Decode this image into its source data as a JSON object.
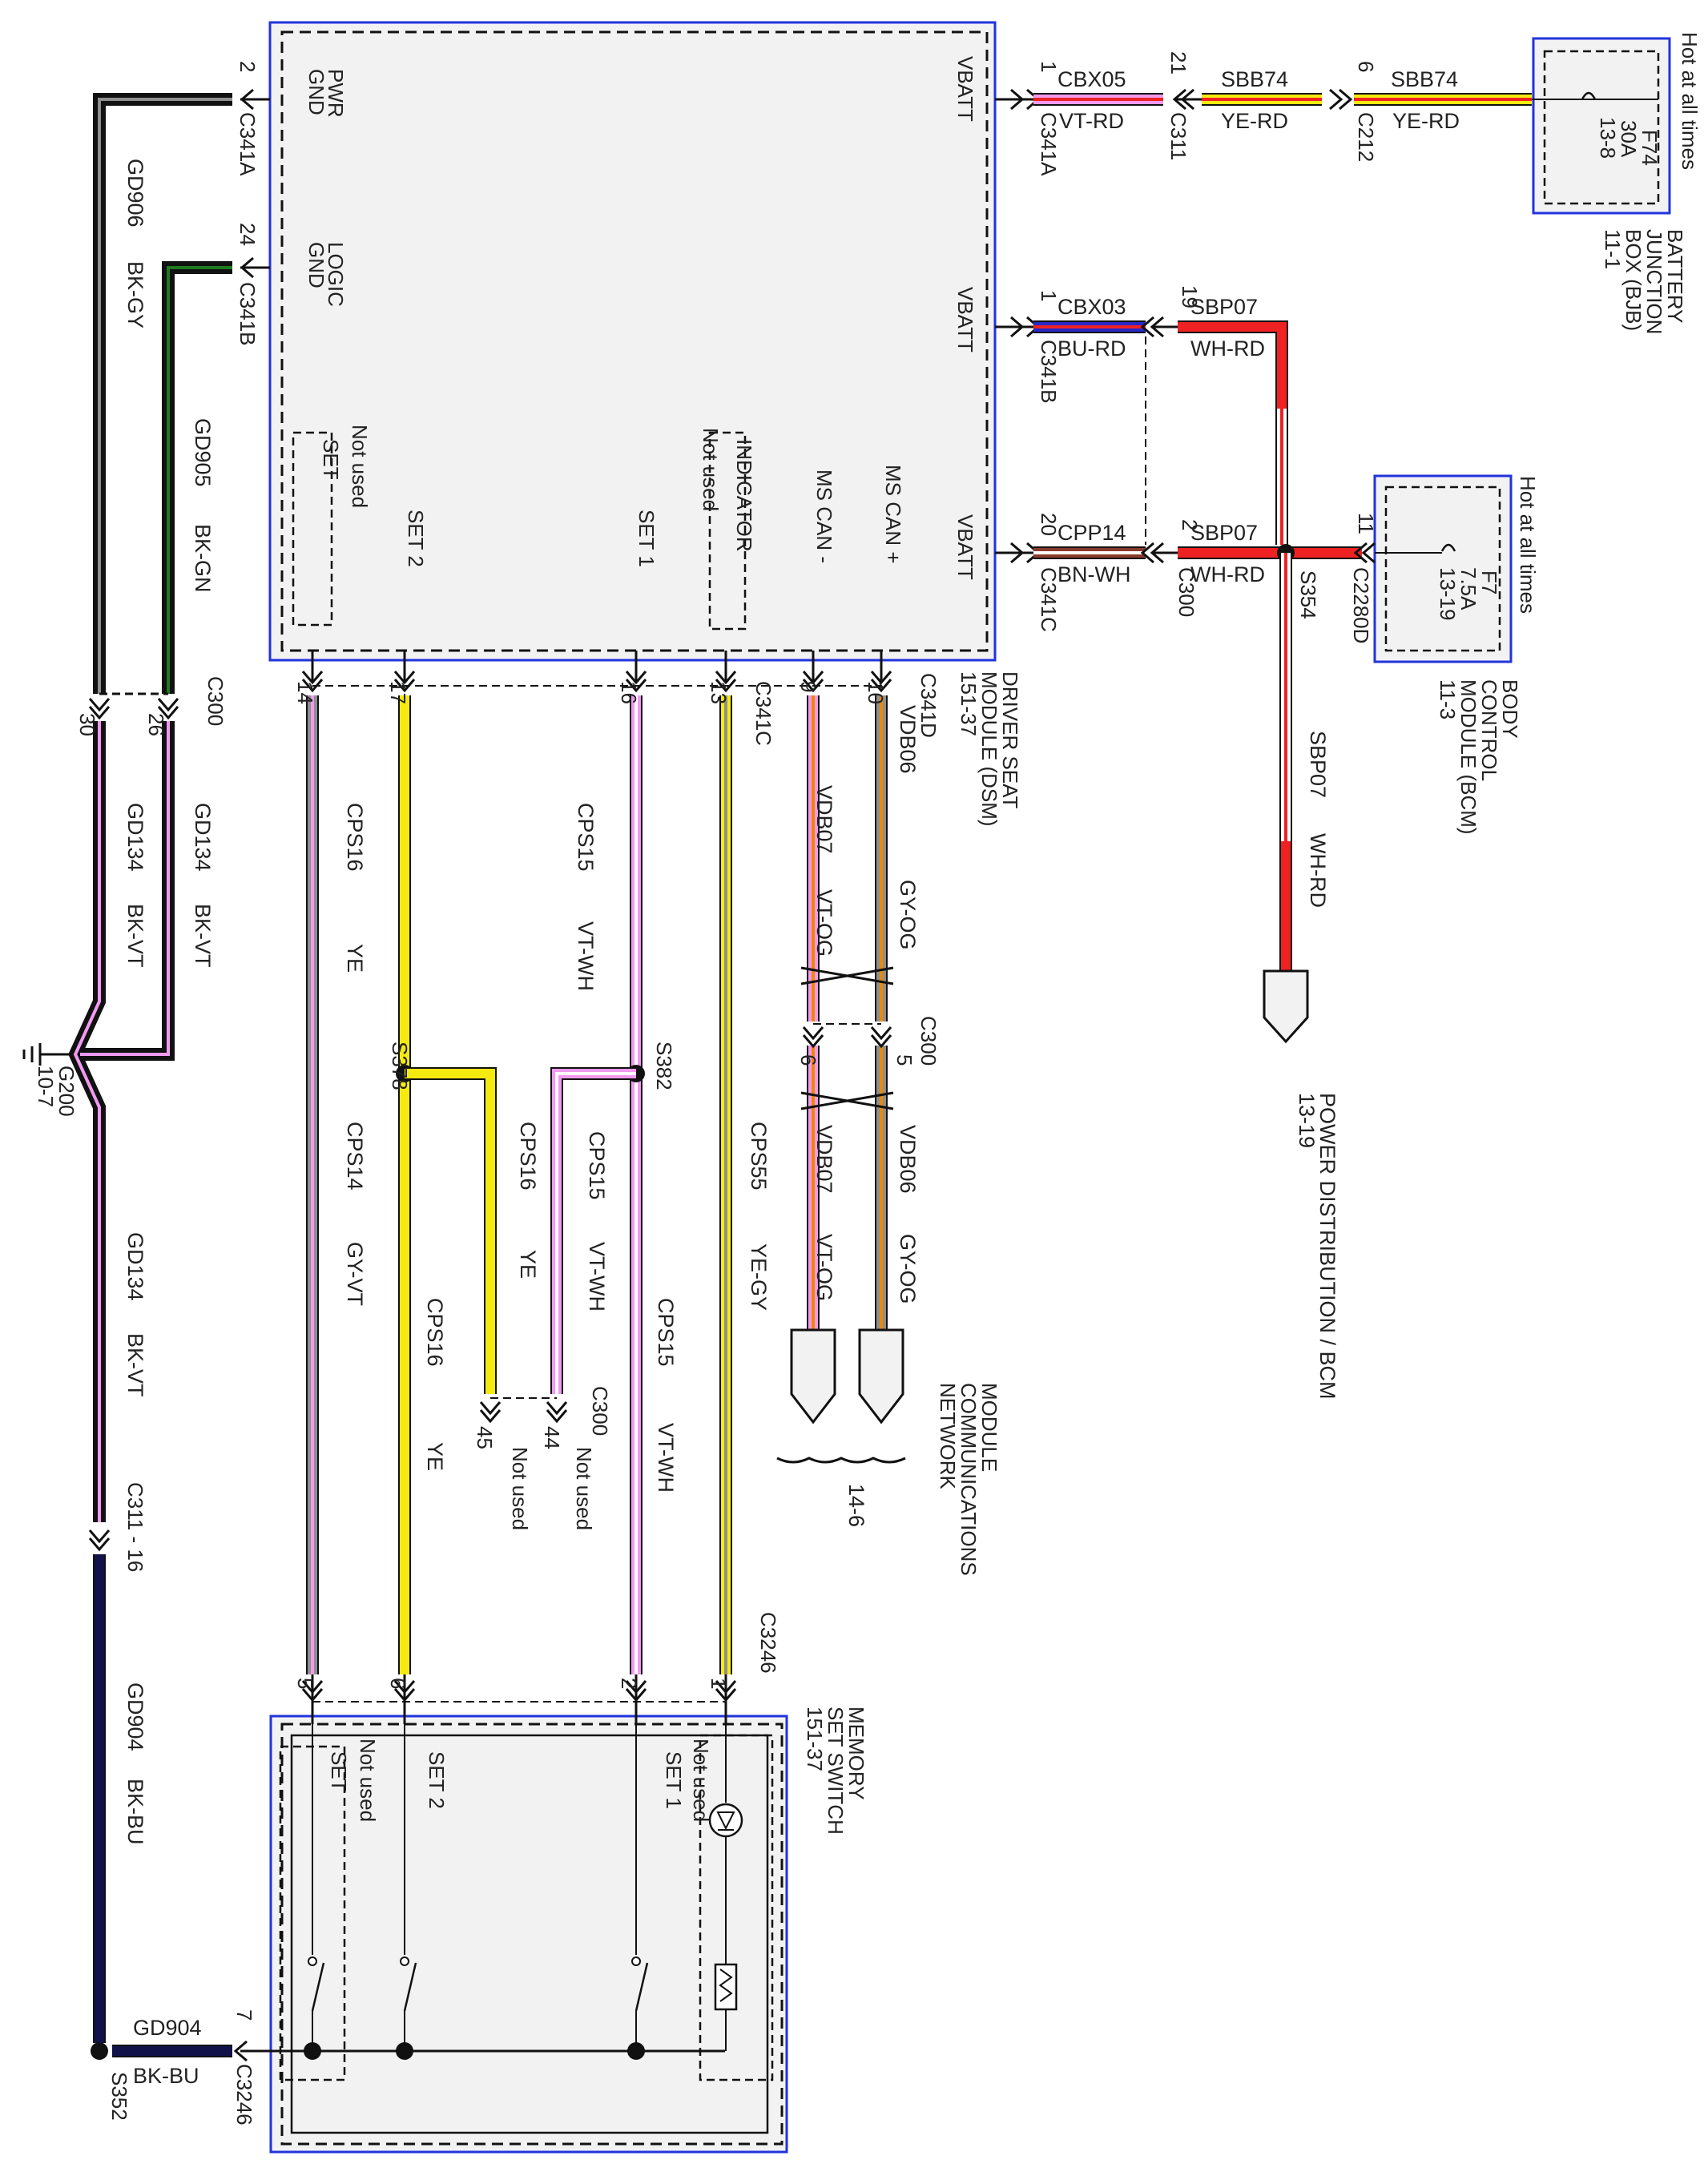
{
  "colors": {
    "BK": "#111111",
    "GY": "#8f8f8f",
    "GN": "#1e7b1e",
    "VT": "#f19af0",
    "RD": "#ee2222",
    "YE": "#f4ea10",
    "BU": "#2828c8",
    "WH": "#ffffff",
    "BN": "#8a3a2c",
    "OG": "#ee8800",
    "NV": "#12124a",
    "module_border": "#2233dd",
    "module_fill": "#f2f2f2"
  },
  "modules": {
    "dsm": {
      "name_lines": [
        "DRIVER SEAT",
        "MODULE (DSM)",
        "151-37"
      ],
      "pins": {
        "vbatt1": "VBATT",
        "vbatt2": "VBATT",
        "vbatt3": "VBATT",
        "pwr_gnd": "PWR\nGND",
        "logic_gnd": "LOGIC\nGND",
        "ms_can_p": "MS CAN +",
        "ms_can_m": "MS CAN -",
        "indicator": "INDICATOR",
        "indicator_sub": "Not used",
        "set1": "SET 1",
        "set2": "SET 2",
        "set": "SET",
        "set_sub": "Not used"
      }
    },
    "bjb": {
      "fuse": "F74",
      "rating": "30A",
      "page": "13-8",
      "hot": "Hot at all times",
      "name_lines": [
        "BATTERY",
        "JUNCTION",
        "BOX (BJB)",
        "11-1"
      ]
    },
    "bcm": {
      "fuse": "F7",
      "rating": "7.5A",
      "page": "13-19",
      "hot": "Hot at all times",
      "name_lines": [
        "BODY",
        "CONTROL",
        "MODULE (BCM)",
        "11-3"
      ]
    },
    "memory_switch": {
      "name_lines": [
        "MEMORY",
        "SET SWITCH",
        "151-37"
      ],
      "set1": "SET 1",
      "set1_sub": "Not used",
      "set2": "SET 2",
      "set": "SET",
      "set_sub": "Not used"
    }
  },
  "top_circuits": [
    {
      "pin": "1",
      "conn": "C341A",
      "circuit": "CBX05",
      "color": "VT-RD",
      "pin2": "21",
      "conn2": "C311",
      "circuit2": "SBB74",
      "color2": "YE-RD",
      "pin3": "6",
      "conn3": "C212",
      "circuit3": "SBB74",
      "color3": "YE-RD"
    },
    {
      "pin": "1",
      "conn": "C341B",
      "circuit": "CBX03",
      "color": "BU-RD",
      "pin2": "19",
      "circuit2": "SBP07",
      "color2": "WH-RD"
    },
    {
      "pin": "20",
      "conn": "C341C",
      "circuit": "CPP14",
      "color": "BN-WH",
      "pin2": "2",
      "conn2": "C300",
      "circuit2": "SBP07",
      "color2": "WH-RD",
      "splice": "S354",
      "pin3": "11",
      "conn3": "C2280D"
    }
  ],
  "vertical_sbp07": {
    "circuit": "SBP07",
    "color": "WH-RD"
  },
  "power_distribution": "POWER DISTRIBUTION / BCM",
  "power_distribution_page": "13-19",
  "grounds": {
    "pwr": {
      "pin": "2",
      "conn": "C341A",
      "circuit": "GD906",
      "color": "BK-GY"
    },
    "logic": {
      "pin": "24",
      "conn": "C341B",
      "circuit": "GD905",
      "color": "BK-GN"
    },
    "c300": "C300",
    "pin26": "26",
    "pin30": "30",
    "gd134a": {
      "circuit": "GD134",
      "color": "BK-VT"
    },
    "gd134b": {
      "circuit": "GD134",
      "color": "BK-VT"
    },
    "gd134c": {
      "circuit": "GD134",
      "color": "BK-VT"
    },
    "g200": "G200",
    "g200_page": "10-7",
    "c311": "C311 - 16",
    "gd904": {
      "circuit": "GD904",
      "color": "BK-BU"
    },
    "gd904b": {
      "circuit": "GD904",
      "color": "BK-BU",
      "pin": "7",
      "conn": "C3246"
    },
    "s352": "S352"
  },
  "dsm_bottom": {
    "c341c": "C341C",
    "c341d": "C341D",
    "pin14": "14",
    "pin17": "17",
    "pin16": "16",
    "pin13": "13",
    "pin9": "9",
    "pin10": "10"
  },
  "vertical_circuits": {
    "cps14": {
      "circuit": "CPS14",
      "color": "GY-VT"
    },
    "cps16a": {
      "circuit": "CPS16",
      "color": "YE"
    },
    "cps16b": {
      "circuit": "CPS16",
      "color": "YE"
    },
    "cps16c": {
      "circuit": "CPS16",
      "color": "YE"
    },
    "cps15a": {
      "circuit": "CPS15",
      "color": "VT-WH"
    },
    "cps15b": {
      "circuit": "CPS15",
      "color": "VT-WH"
    },
    "cps15c": {
      "circuit": "CPS15",
      "color": "VT-WH"
    },
    "cps55": {
      "circuit": "CPS55",
      "color": "YE-GY"
    },
    "vdb07a": {
      "circuit": "VDB07",
      "color": "VT-OG"
    },
    "vdb07b": {
      "circuit": "VDB07",
      "color": "VT-OG"
    },
    "vdb06a": {
      "circuit": "VDB06",
      "color": "GY-OG"
    },
    "vdb06b": {
      "circuit": "VDB06",
      "color": "GY-OG"
    }
  },
  "splices": {
    "s378": "S378",
    "s382": "S382"
  },
  "c300_mid": {
    "conn": "C300",
    "pin6": "6",
    "pin5": "5"
  },
  "c300_low": {
    "conn": "C300",
    "pin45": "45",
    "pin44": "44",
    "nu": "Not used"
  },
  "mcn": {
    "name_lines": [
      "MODULE",
      "COMMUNICATIONS",
      "NETWORK"
    ],
    "page": "14-6"
  },
  "c3246": {
    "conn": "C3246",
    "pin5": "5",
    "pin6": "6",
    "pin2": "2",
    "pin1": "1"
  }
}
